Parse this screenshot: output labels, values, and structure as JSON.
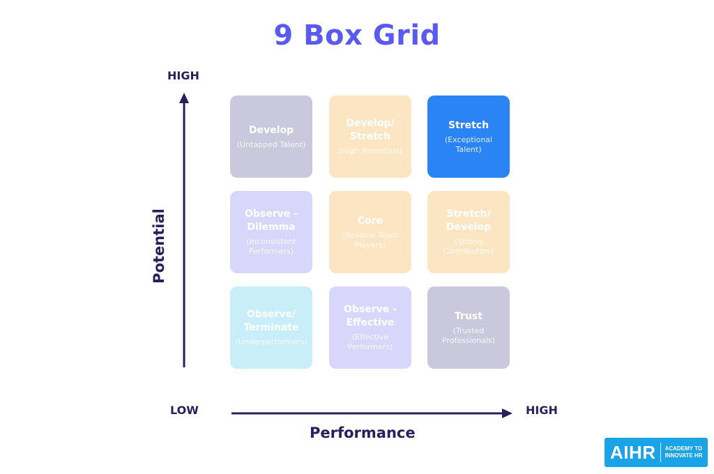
{
  "title": "9 Box Grid",
  "axes": {
    "y_label": "Potential",
    "y_high": "HIGH",
    "x_label": "Performance",
    "x_low": "LOW",
    "x_high": "HIGH",
    "color": "#26215c"
  },
  "grid": {
    "rows": [
      [
        {
          "name": "Develop",
          "sub": "(Untapped Talent)",
          "color": "#cac8dc"
        },
        {
          "name": "Develop/\nStretch",
          "sub": "(High Potentials)",
          "color": "#fbe5c2"
        },
        {
          "name": "Stretch",
          "sub": "(Exceptional\nTalent)",
          "color": "#2a84f4"
        }
      ],
      [
        {
          "name": "Observe -\nDilemma",
          "sub": "(Inconsistent\nPerformers)",
          "color": "#d8d6fb"
        },
        {
          "name": "Core",
          "sub": "(Reliable Team\nPlayers)",
          "color": "#fbe5c2"
        },
        {
          "name": "Stretch/\nDevelop",
          "sub": "(Strong\nContributors)",
          "color": "#fbe5c2"
        }
      ],
      [
        {
          "name": "Observe/\nTerminate",
          "sub": "(Underperformers)",
          "color": "#c8eef9"
        },
        {
          "name": "Observe -\nEffective",
          "sub": "(Effective\nPerformers)",
          "color": "#d8d6fb"
        },
        {
          "name": "Trust",
          "sub": "(Trusted\nProfessionals)",
          "color": "#cac8dc"
        }
      ]
    ]
  },
  "logo": {
    "mark": "AIHR",
    "tagline": "ACADEMY TO\nINNOVATE HR",
    "color": "#1aa3e6"
  }
}
